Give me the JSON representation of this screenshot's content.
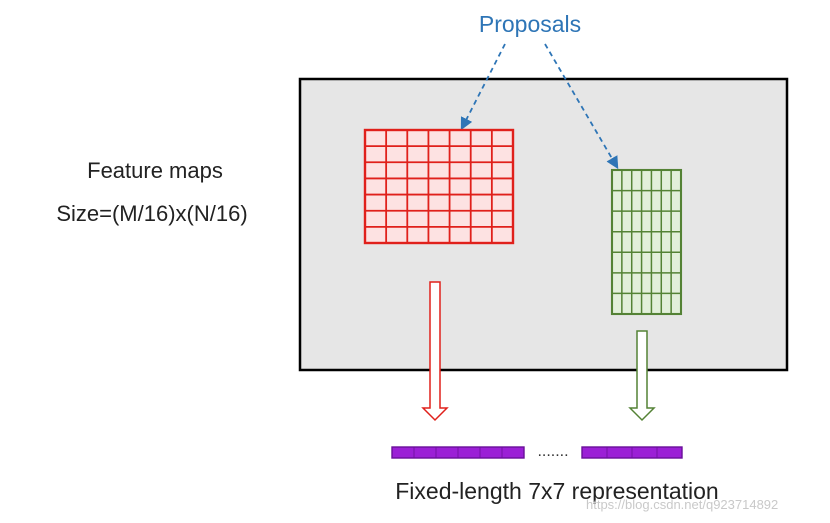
{
  "labels": {
    "proposals": "Proposals",
    "feature_maps": "Feature maps",
    "size": "Size=(M/16)x(N/16)",
    "dots": ".......",
    "fixed_length": "Fixed-length 7x7 representation",
    "watermark": "https://blog.csdn.net/q923714892"
  },
  "grids": {
    "red": {
      "cols": 7,
      "rows": 7
    },
    "green": {
      "cols": 7,
      "rows": 7
    },
    "bar_left_segments": 6,
    "bar_right_segments": 4
  },
  "colors": {
    "accent_blue": "#2e75b6",
    "red": "#e0201b",
    "red_fill": "#fde2e2",
    "green": "#548235",
    "green_fill": "#e2efda",
    "purple": "#9b1fd6",
    "feature_bg": "#e6e6e6",
    "border": "#000000"
  }
}
